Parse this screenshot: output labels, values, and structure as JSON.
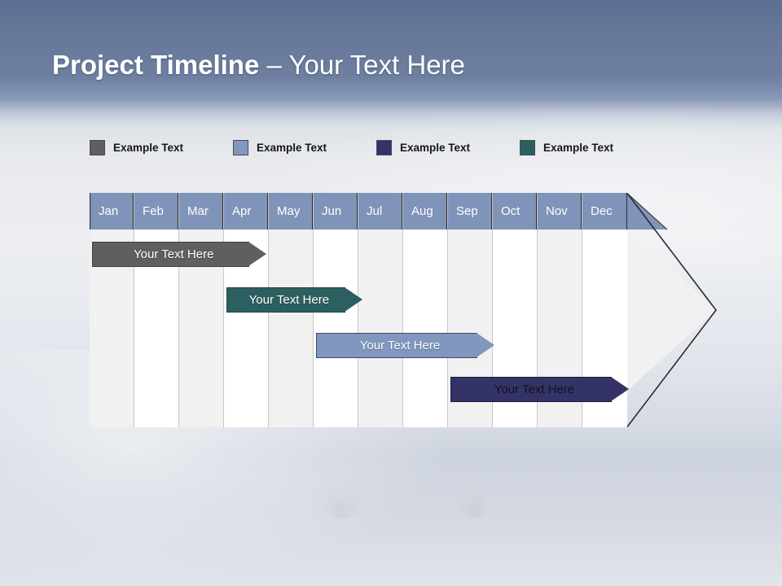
{
  "slide": {
    "title_bold": "Project Timeline",
    "title_separator": " – ",
    "title_light": "Your Text Here"
  },
  "legend": {
    "items": [
      {
        "label": "Example Text",
        "color": "#5f5f5f",
        "x": 0
      },
      {
        "label": "Example Text",
        "color": "#8098c0",
        "x": 176
      },
      {
        "label": "Example Text",
        "color": "#343366",
        "x": 352
      },
      {
        "label": "Example Text",
        "color": "#2c6060",
        "x": 528
      }
    ]
  },
  "chart_data": {
    "type": "bar",
    "title": "Project Timeline – Your Text Here",
    "xlabel": "",
    "ylabel": "",
    "categories": [
      "Jan",
      "Feb",
      "Mar",
      "Apr",
      "May",
      "Jun",
      "Jul",
      "Aug",
      "Sep",
      "Oct",
      "Nov",
      "Dec"
    ],
    "legend": [
      "Example Text",
      "Example Text",
      "Example Text",
      "Example Text"
    ],
    "series": [
      {
        "name": "Example Text",
        "label": "Your  Text Here",
        "color": "#5f5f5f",
        "text_color": "#ffffff",
        "border_color": "#3f3f3f",
        "start_month": "Jan",
        "end_month": "May",
        "start_index": 0,
        "span": 3.5,
        "row": 0
      },
      {
        "name": "Example Text",
        "label": "Your  Text Here",
        "color": "#2c6060",
        "text_color": "#ffffff",
        "border_color": "#1d4444",
        "start_month": "Apr",
        "end_month": "Aug",
        "start_index": 3,
        "span": 2.65,
        "row": 1
      },
      {
        "name": "Example Text",
        "label": "Your  Text Here",
        "color": "#8098c0",
        "text_color": "#ffffff",
        "border_color": "#3b4a66",
        "start_month": "Jun",
        "end_month": "Oct",
        "start_index": 5,
        "span": 3.6,
        "row": 2
      },
      {
        "name": "Example Text",
        "label": "Your  Text Here",
        "color": "#343366",
        "text_color": "#111122",
        "border_color": "#1b1b3c",
        "start_month": "Sep",
        "end_month": "Dec",
        "start_index": 8,
        "span": 3.6,
        "row": 3
      }
    ],
    "header_fill": "#8093b8",
    "header_text_color": "#ffffff",
    "column_fill_odd": "#f1f1f1",
    "column_fill_even": "#ffffff",
    "grid": true,
    "legend_position": "top"
  }
}
